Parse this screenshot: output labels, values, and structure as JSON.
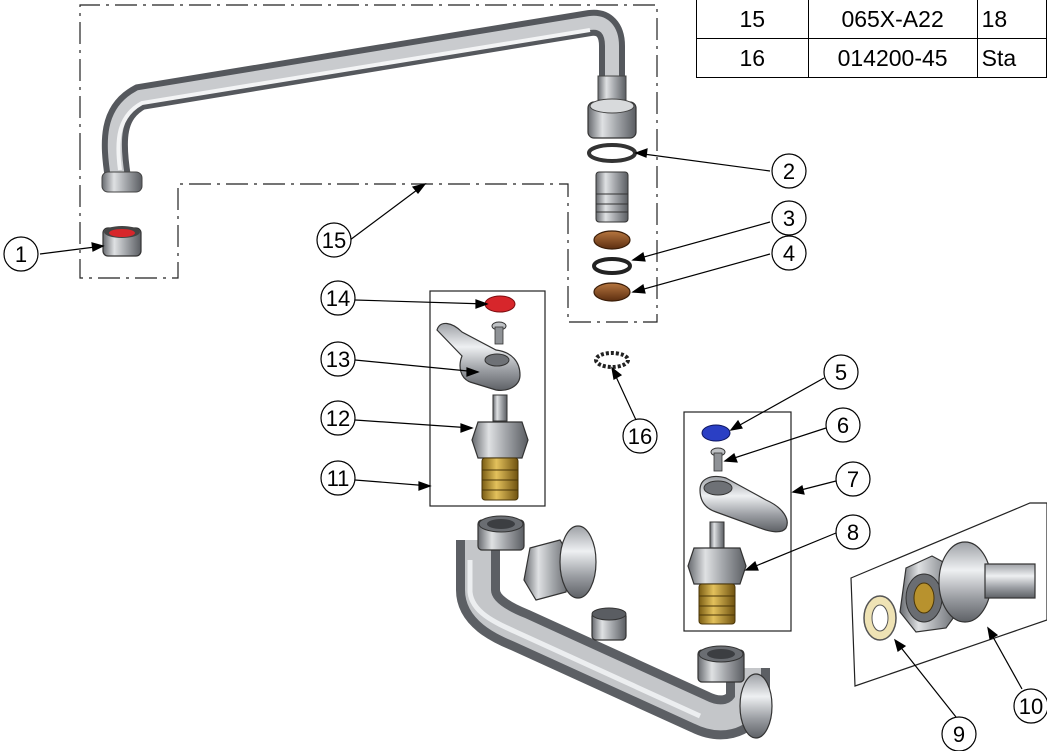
{
  "parts_table": {
    "rows": [
      {
        "item": "15",
        "part_number": "065X-A22",
        "description": "18"
      },
      {
        "item": "16",
        "part_number": "014200-45",
        "description": "Sta"
      }
    ]
  },
  "callouts": {
    "c1": "1",
    "c2": "2",
    "c3": "3",
    "c4": "4",
    "c5": "5",
    "c6": "6",
    "c7": "7",
    "c8": "8",
    "c9": "9",
    "c10": "10",
    "c11": "11",
    "c12": "12",
    "c13": "13",
    "c14": "14",
    "c15": "15",
    "c16": "16"
  },
  "colors": {
    "chrome_dark": "#6e7176",
    "chrome_mid": "#a7aaae",
    "chrome_light": "#e4e5e7",
    "brass": "#b8922e",
    "bronze_washer": "#8a4a1e",
    "hot_red": "#d7262b",
    "cold_blue": "#2a3fc4"
  }
}
